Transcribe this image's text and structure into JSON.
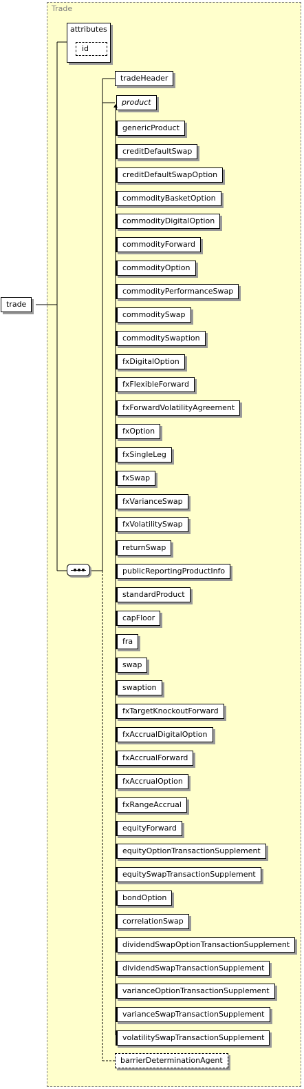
{
  "group_title": "Trade",
  "root_element": "trade",
  "attributes_label": "attributes",
  "attribute_id": "id",
  "trade_header": "tradeHeader",
  "product_group": "product",
  "products": [
    "genericProduct",
    "creditDefaultSwap",
    "creditDefaultSwapOption",
    "commodityBasketOption",
    "commodityDigitalOption",
    "commodityForward",
    "commodityOption",
    "commodityPerformanceSwap",
    "commoditySwap",
    "commoditySwaption",
    "fxDigitalOption",
    "fxFlexibleForward",
    "fxForwardVolatilityAgreement",
    "fxOption",
    "fxSingleLeg",
    "fxSwap",
    "fxVarianceSwap",
    "fxVolatilitySwap",
    "returnSwap",
    "publicReportingProductInfo",
    "standardProduct",
    "capFloor",
    "fra",
    "swap",
    "swaption",
    "fxTargetKnockoutForward",
    "fxAccrualDigitalOption",
    "fxAccrualForward",
    "fxAccrualOption",
    "fxRangeAccrual",
    "equityForward",
    "equityOptionTransactionSupplement",
    "equitySwapTransactionSupplement",
    "bondOption",
    "correlationSwap",
    "dividendSwapOptionTransactionSupplement",
    "dividendSwapTransactionSupplement",
    "varianceOptionTransactionSupplement",
    "varianceSwapTransactionSupplement",
    "volatilitySwapTransactionSupplement"
  ],
  "optional_element": "barrierDeterminationAgent",
  "icons": {
    "sequence": "sequence-compositor-icon",
    "substitution": "substitution-arrow-icon"
  }
}
